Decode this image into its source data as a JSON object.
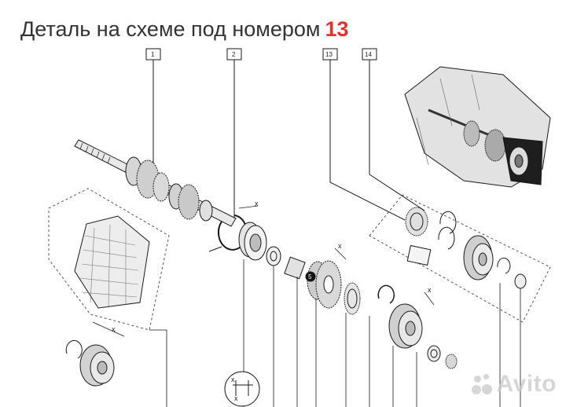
{
  "header": {
    "title": "Деталь на схеме под номером",
    "part_number": "13",
    "accent_color": "#e8312a",
    "text_color": "#333333"
  },
  "callouts": [
    "1",
    "2",
    "13",
    "14"
  ],
  "dimension_marks": [
    "x",
    "x",
    "x",
    "x",
    "x",
    "x"
  ],
  "step_marker": "5",
  "watermark": {
    "brand": "Avito",
    "icon": "avito-dots-icon"
  }
}
